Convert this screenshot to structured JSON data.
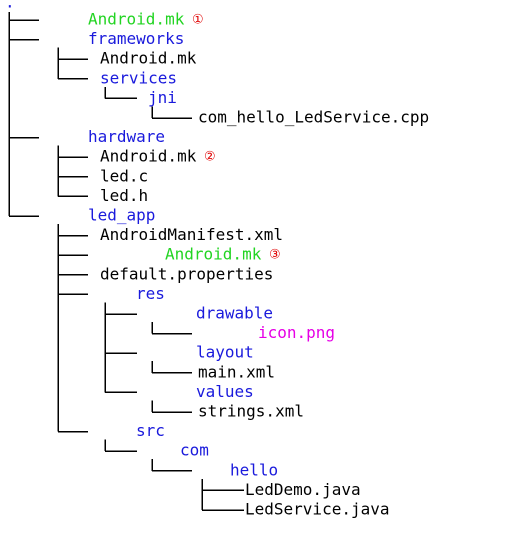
{
  "colors": {
    "line": "#000000",
    "file": "#000000",
    "directory": "#1a1adc",
    "makefile": "#22d422",
    "icon_file": "#e600e6",
    "marker": "#e00000"
  },
  "root": {
    "label": ".",
    "color": "#1a1adc"
  },
  "tree": {
    "nodes": [
      {
        "id": "n1",
        "depth": 0,
        "label": "Android.mk",
        "kind": "makefile",
        "marker": "①",
        "last": false
      },
      {
        "id": "n2",
        "depth": 0,
        "label": "frameworks",
        "kind": "directory",
        "last": false
      },
      {
        "id": "n3",
        "depth": 1,
        "label": "Android.mk",
        "kind": "file",
        "last": false
      },
      {
        "id": "n4",
        "depth": 1,
        "label": "services",
        "kind": "directory",
        "last": true
      },
      {
        "id": "n5",
        "depth": 2,
        "label": "jni",
        "kind": "directory",
        "last": true
      },
      {
        "id": "n6",
        "depth": 3,
        "label": "com_hello_LedService.cpp",
        "kind": "file",
        "last": true
      },
      {
        "id": "n7",
        "depth": 0,
        "label": "hardware",
        "kind": "directory",
        "last": false
      },
      {
        "id": "n8",
        "depth": 1,
        "label": "Android.mk",
        "kind": "file",
        "marker": "②",
        "last": false
      },
      {
        "id": "n9",
        "depth": 1,
        "label": "led.c",
        "kind": "file",
        "last": false
      },
      {
        "id": "n10",
        "depth": 1,
        "label": "led.h",
        "kind": "file",
        "last": true
      },
      {
        "id": "n11",
        "depth": 0,
        "label": "led_app",
        "kind": "directory",
        "last": true
      },
      {
        "id": "n12",
        "depth": 1,
        "label": "AndroidManifest.xml",
        "kind": "file",
        "last": false
      },
      {
        "id": "n13",
        "depth": 1,
        "label": "Android.mk",
        "kind": "makefile",
        "marker": "③",
        "last": false
      },
      {
        "id": "n14",
        "depth": 1,
        "label": "default.properties",
        "kind": "file",
        "last": false
      },
      {
        "id": "n15",
        "depth": 1,
        "label": "res",
        "kind": "directory",
        "last": false
      },
      {
        "id": "n16",
        "depth": 2,
        "label": "drawable",
        "kind": "directory",
        "last": false
      },
      {
        "id": "n17",
        "depth": 3,
        "label": "icon.png",
        "kind": "icon_file",
        "last": true
      },
      {
        "id": "n18",
        "depth": 2,
        "label": "layout",
        "kind": "directory",
        "last": false
      },
      {
        "id": "n19",
        "depth": 3,
        "label": "main.xml",
        "kind": "file",
        "last": true
      },
      {
        "id": "n20",
        "depth": 2,
        "label": "values",
        "kind": "directory",
        "last": true
      },
      {
        "id": "n21",
        "depth": 3,
        "label": "strings.xml",
        "kind": "file",
        "last": true
      },
      {
        "id": "n22",
        "depth": 1,
        "label": "src",
        "kind": "directory",
        "last": true
      },
      {
        "id": "n23",
        "depth": 2,
        "label": "com",
        "kind": "directory",
        "last": true
      },
      {
        "id": "n24",
        "depth": 3,
        "label": "hello",
        "kind": "directory",
        "last": true
      },
      {
        "id": "n25",
        "depth": 4,
        "label": "LedDemo.java",
        "kind": "file",
        "last": false
      },
      {
        "id": "n26",
        "depth": 4,
        "label": "LedService.java",
        "kind": "file",
        "last": true
      }
    ]
  }
}
